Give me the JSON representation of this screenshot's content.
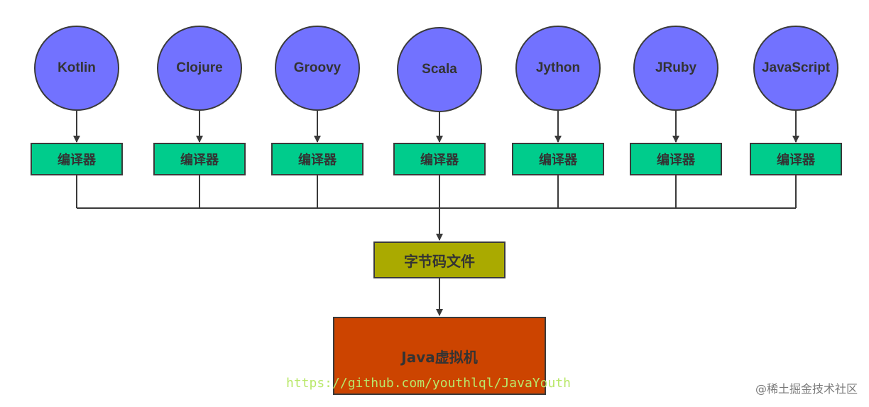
{
  "languages": [
    "Kotlin",
    "Clojure",
    "Groovy",
    "Scala",
    "Jython",
    "JRuby",
    "JavaScript"
  ],
  "compiler_label": "编译器",
  "bytecode_label": "字节码文件",
  "jvm_label": "Java虚拟机",
  "watermarks": {
    "url": "https://github.com/youthlql/JavaYouth",
    "site": "@稀土掘金技术社区"
  },
  "colors": {
    "language_fill": "#7272ff",
    "compiler_fill": "#00cc8c",
    "bytecode_fill": "#aaaa00",
    "jvm_fill": "#cc4400",
    "stroke": "#3a3a3a"
  }
}
